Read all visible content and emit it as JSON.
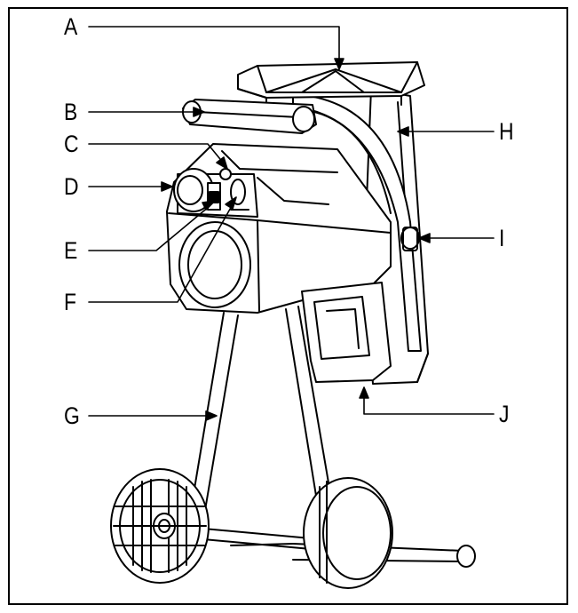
{
  "diagram": {
    "labels": {
      "a": "A",
      "b": "B",
      "c": "C",
      "d": "D",
      "e": "E",
      "f": "F",
      "g": "G",
      "h": "H",
      "i": "I",
      "j": "J"
    },
    "colors": {
      "line": "#000000",
      "fill": "#ffffff",
      "shade": "#f2f2f2"
    }
  }
}
